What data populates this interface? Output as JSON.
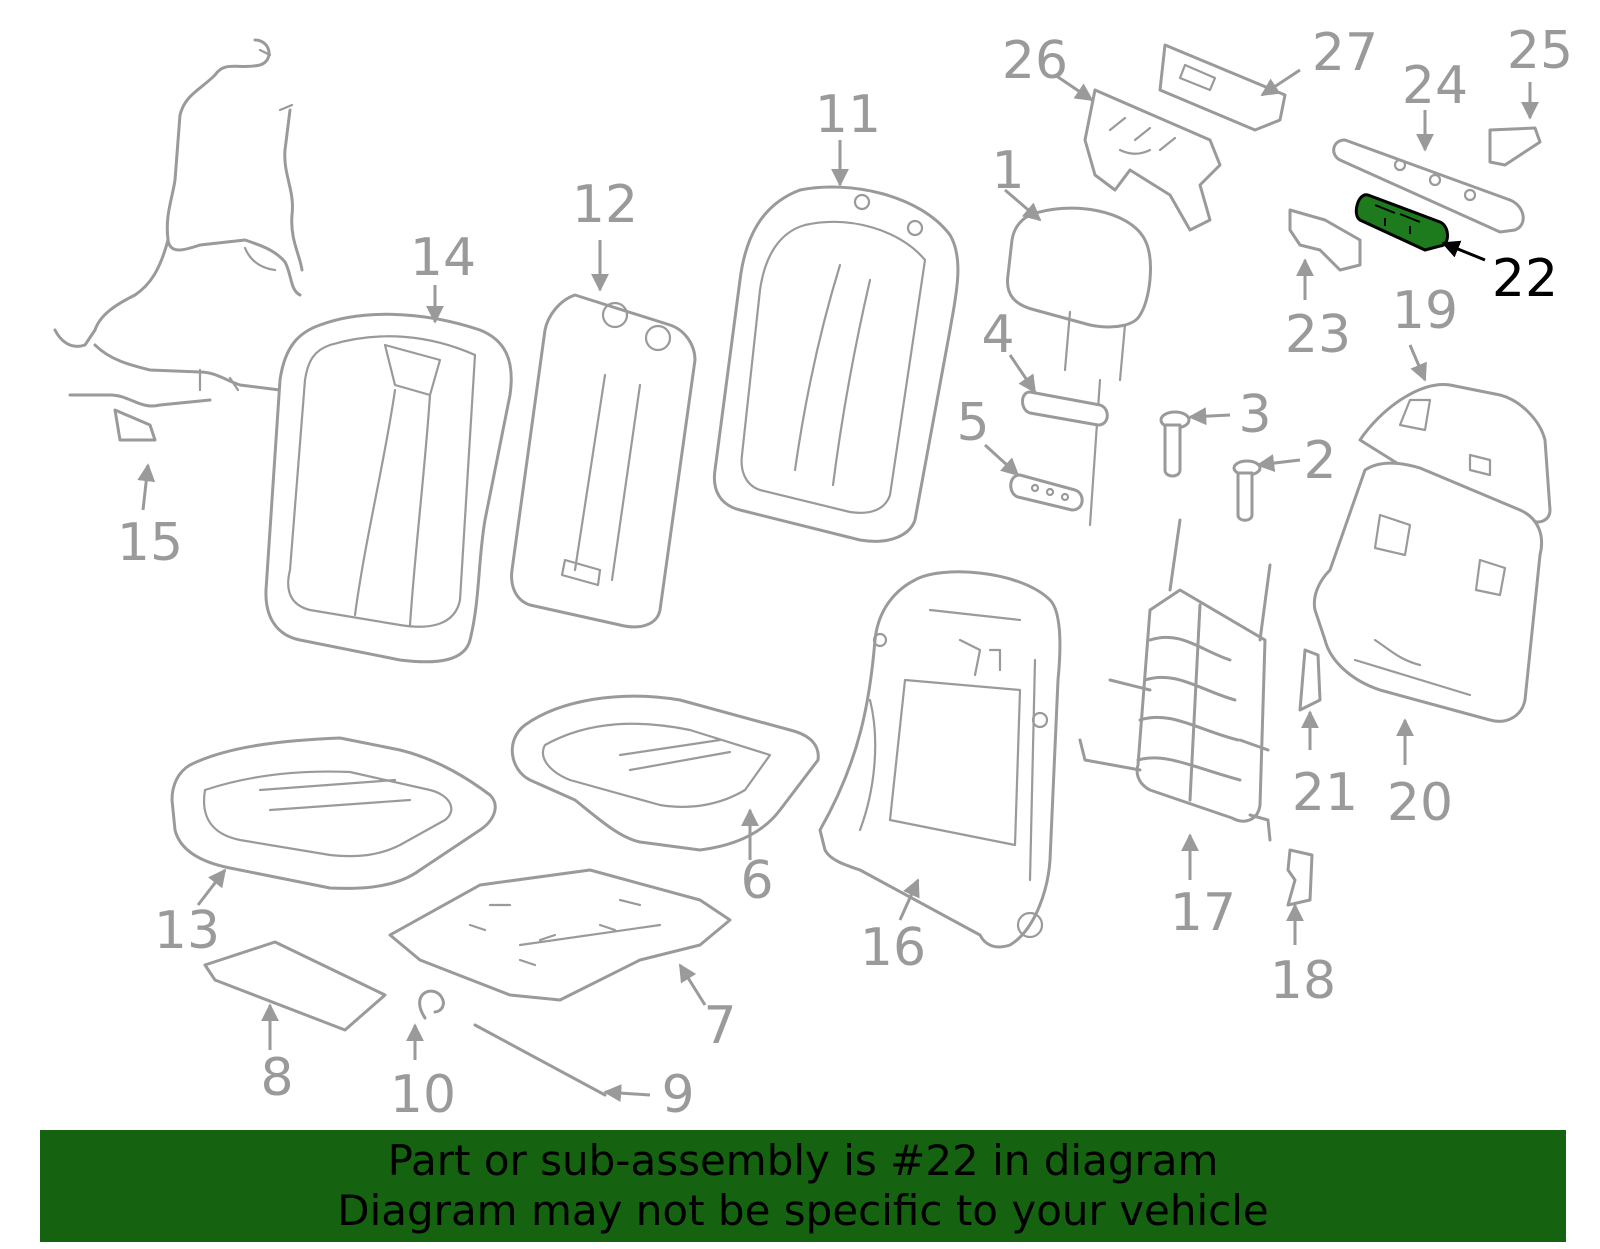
{
  "diagram": {
    "callouts": [
      "1",
      "2",
      "3",
      "4",
      "5",
      "6",
      "7",
      "8",
      "9",
      "10",
      "11",
      "12",
      "13",
      "14",
      "15",
      "16",
      "17",
      "18",
      "19",
      "20",
      "21",
      "22",
      "23",
      "24",
      "25",
      "26",
      "27"
    ],
    "highlighted_part": "22"
  },
  "colors": {
    "line_art": "#9a9a9a",
    "highlight_fill": "#1d7a1d",
    "banner_background": "#156210",
    "banner_text": "#000000",
    "highlight_label": "#000000"
  },
  "banner": {
    "line1": "Part or sub-assembly is #22 in diagram",
    "line2": "Diagram may not be specific to your vehicle"
  }
}
